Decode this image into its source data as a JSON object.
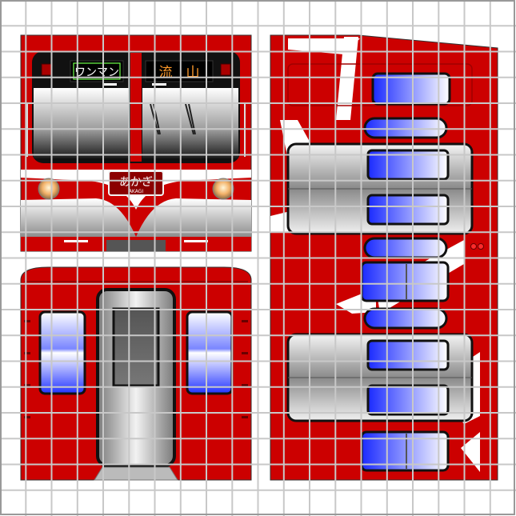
{
  "front": {
    "left_destination_sign": "ワンマン",
    "right_destination_sign": "流　山",
    "nameplate_main": "あかぎ",
    "nameplate_sub": "AKAGI"
  },
  "colors": {
    "body_red": "#cc0000",
    "stripe_white": "#ffffff",
    "window_blue": "#2233ff",
    "window_black": "#111111",
    "sign_green_text": "#6dff4a",
    "sign_orange_text": "#ff9a2a",
    "grid": "#c8c8c8",
    "silver": "#b0b0b0"
  }
}
